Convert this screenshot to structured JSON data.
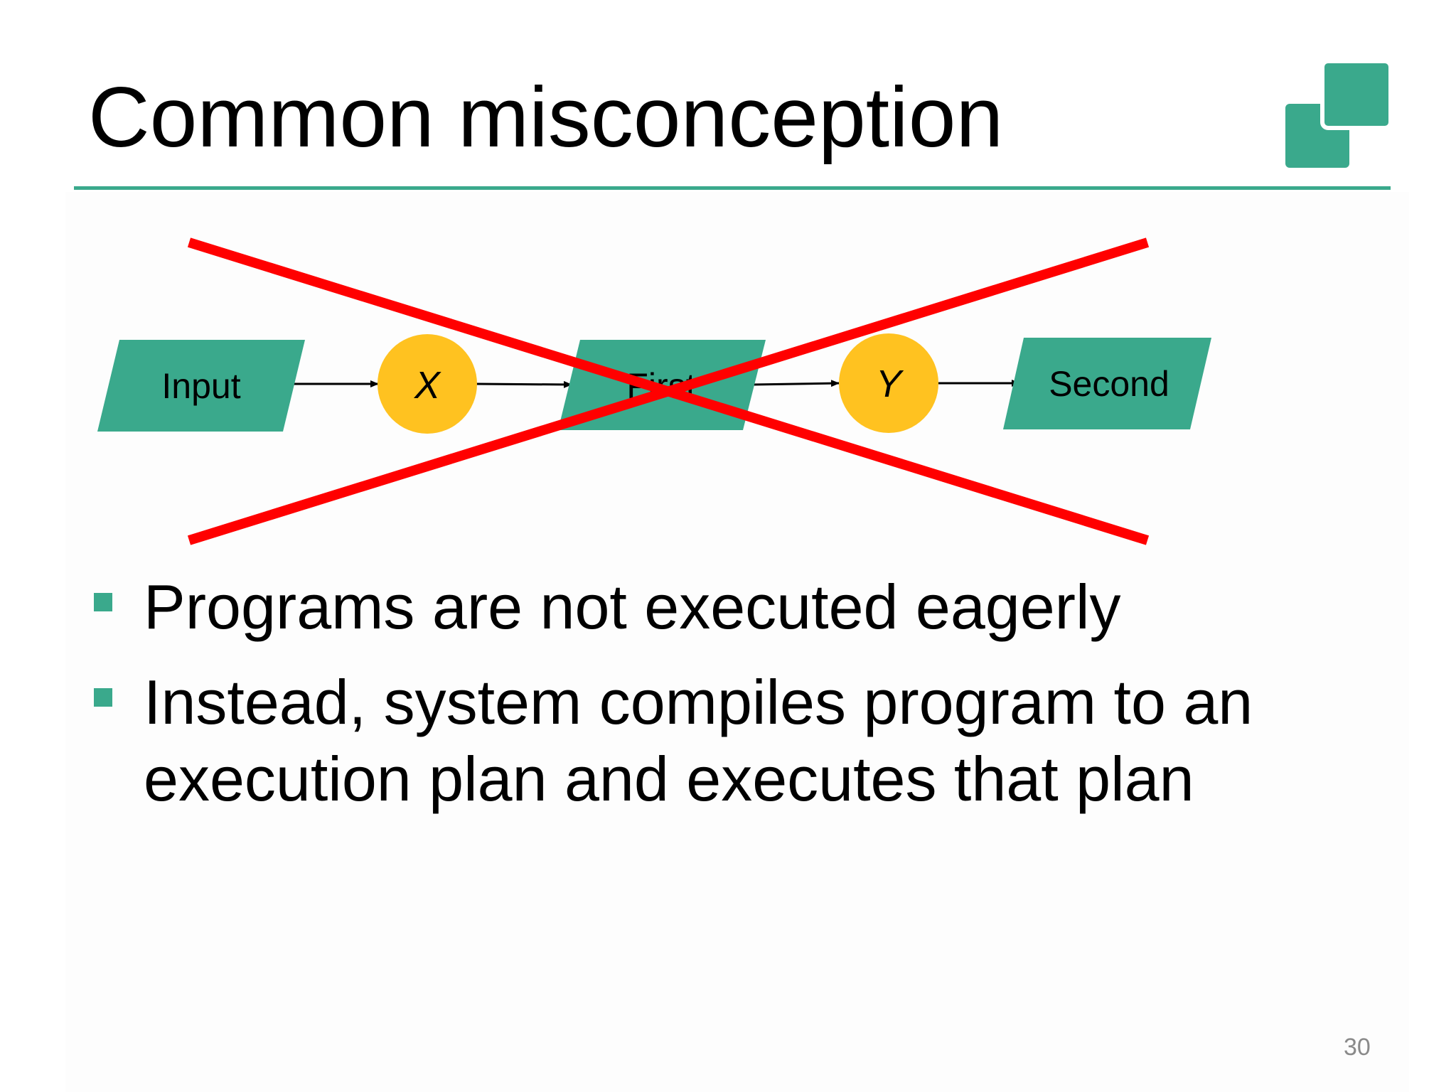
{
  "slide": {
    "title": "Common misconception",
    "page_number": "30",
    "accent_color": "#3aa98c",
    "node_color": "#ffc220",
    "cross_color": "#ff0000"
  },
  "diagram": {
    "nodes": [
      {
        "id": "input",
        "shape": "parallelogram",
        "label": "Input",
        "italic": false
      },
      {
        "id": "x",
        "shape": "circle",
        "label": "X",
        "italic": true
      },
      {
        "id": "first",
        "shape": "parallelogram",
        "label": "First",
        "italic": false
      },
      {
        "id": "y",
        "shape": "circle",
        "label": "Y",
        "italic": true
      },
      {
        "id": "second",
        "shape": "parallelogram",
        "label": "Second",
        "italic": false
      }
    ],
    "edges": [
      {
        "from": "input",
        "to": "x"
      },
      {
        "from": "x",
        "to": "first"
      },
      {
        "from": "first",
        "to": "y"
      },
      {
        "from": "y",
        "to": "second"
      }
    ],
    "crossed_out": true
  },
  "bullets": [
    {
      "text": "Programs are not executed eagerly"
    },
    {
      "text": "Instead, system compiles program to an execution plan and executes that plan"
    }
  ]
}
